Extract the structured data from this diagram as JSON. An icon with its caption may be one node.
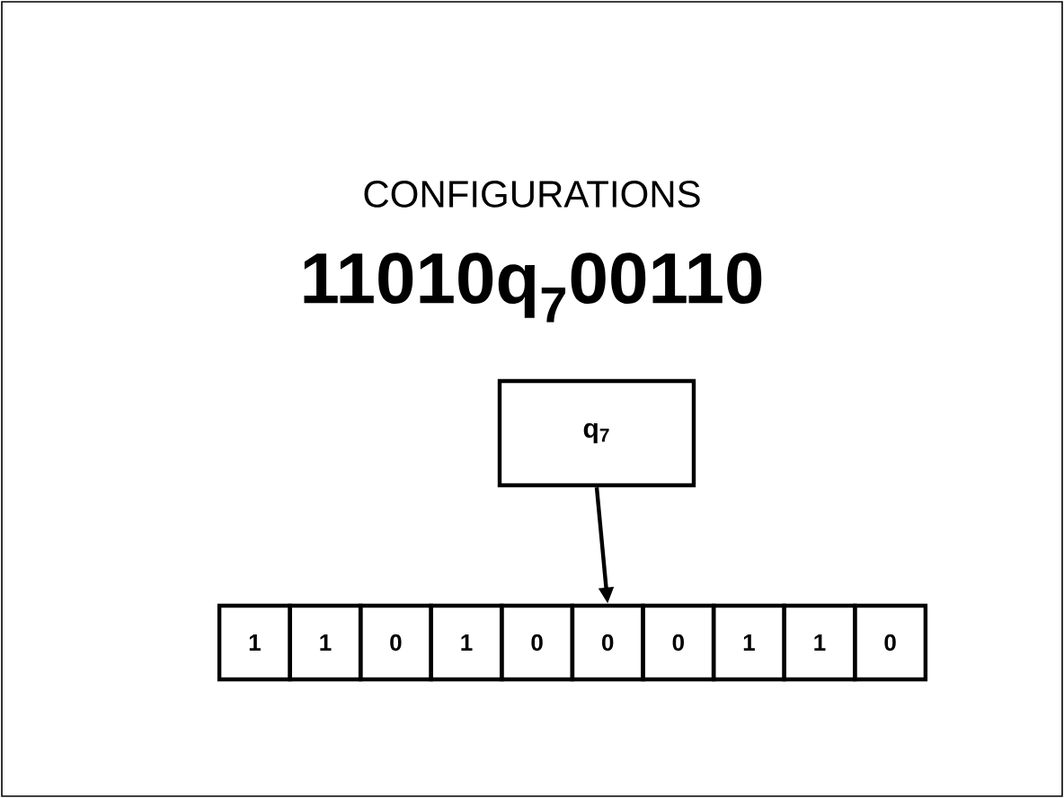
{
  "diagram": {
    "title": "CONFIGURATIONS",
    "nodes": [
      {
        "text": [
          "q$_{7}$"
        ]
      },
      {
        "text": [
          "1"
        ]
      },
      {
        "text": [
          "1"
        ]
      },
      {
        "text": [
          "0"
        ]
      },
      {
        "text": [
          "1"
        ]
      },
      {
        "text": [
          "0"
        ]
      },
      {
        "text": [
          "0"
        ]
      },
      {
        "text": [
          "0"
        ]
      },
      {
        "text": [
          "1"
        ]
      },
      {
        "text": [
          "1"
        ]
      },
      {
        "text": [
          "0"
        ]
      }
    ],
    "edges": [
      {
        "from": 0,
        "to": 6,
        "arrow": "to"
      }
    ],
    "labels": [
      "11010q$_{7}$00110"
    ]
  }
}
